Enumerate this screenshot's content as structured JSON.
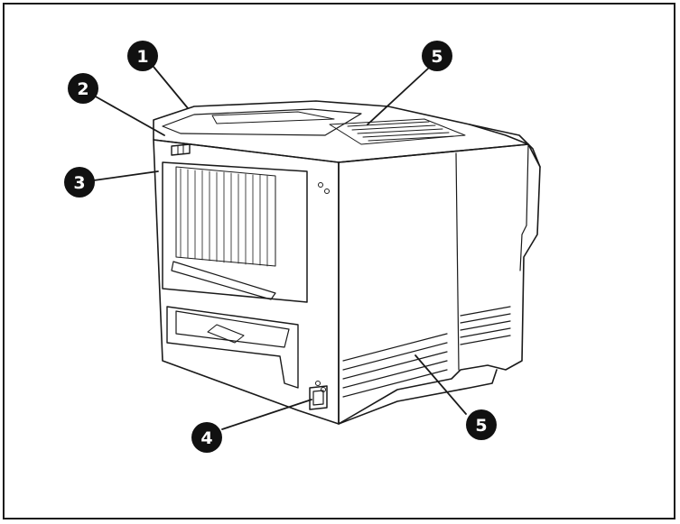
{
  "colors": {
    "ink": "#1a1a1a",
    "callout_fill": "#111111",
    "callout_text": "#ffffff",
    "background": "#ffffff"
  },
  "callouts": [
    {
      "id": "c1",
      "label": "1"
    },
    {
      "id": "c2",
      "label": "2"
    },
    {
      "id": "c3",
      "label": "3"
    },
    {
      "id": "c4",
      "label": "4"
    },
    {
      "id": "c5a",
      "label": "5"
    },
    {
      "id": "c5b",
      "label": "5"
    }
  ]
}
